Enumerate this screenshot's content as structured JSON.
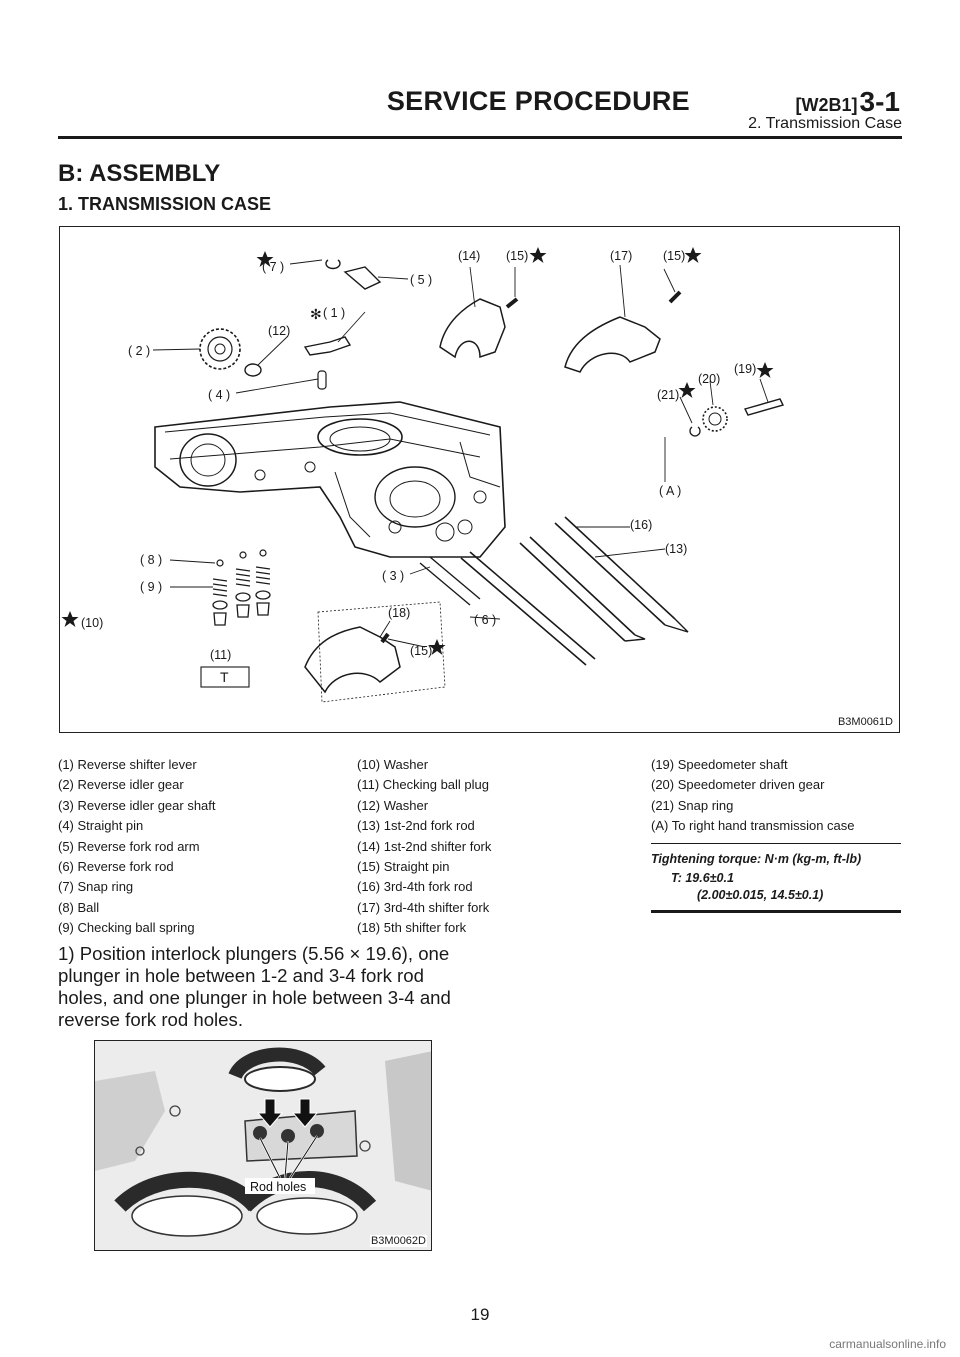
{
  "header": {
    "title": "SERVICE PROCEDURE",
    "ref": "[W2B1]",
    "section": "3-1",
    "subtitle": "2. Transmission Case"
  },
  "section_title": "B: ASSEMBLY",
  "subsection_title": "1. TRANSMISSION CASE",
  "figure_main": {
    "code": "B3M0061D",
    "callouts": {
      "c1": "( 1 )",
      "c2": "( 2 )",
      "c3": "( 3 )",
      "c4": "( 4 )",
      "c5": "( 5 )",
      "c6": "( 6 )",
      "c7": "( 7 )",
      "c8": "( 8 )",
      "c9": "( 9 )",
      "c10": "(10)",
      "c11": "(11)",
      "c12": "(12)",
      "c13": "(13)",
      "c14": "(14)",
      "c15a": "(15)",
      "c15b": "(15)",
      "c15c": "(15)",
      "c16": "(16)",
      "c17": "(17)",
      "c18": "(18)",
      "c19": "(19)",
      "c20": "(20)",
      "c21": "(21)",
      "cA": "( A )",
      "cT": "T"
    }
  },
  "legend": {
    "col1": [
      "(1) Reverse shifter lever",
      "(2) Reverse idler gear",
      "(3) Reverse idler gear shaft",
      "(4) Straight pin",
      "(5) Reverse fork rod arm",
      "(6) Reverse fork rod",
      "(7) Snap ring",
      "(8) Ball",
      "(9) Checking ball spring"
    ],
    "col2": [
      "(10) Washer",
      "(11) Checking ball plug",
      "(12) Washer",
      "(13) 1st-2nd fork rod",
      "(14) 1st-2nd shifter fork",
      "(15) Straight pin",
      "(16) 3rd-4th fork rod",
      "(17) 3rd-4th shifter fork",
      "(18) 5th shifter fork"
    ],
    "col3": [
      "(19) Speedometer shaft",
      "(20) Speedometer driven gear",
      "(21) Snap ring",
      "(A)   To right hand transmission case"
    ]
  },
  "torque": {
    "label": "Tightening torque: N·m (kg-m, ft-lb)",
    "value": "T: 19.6±0.1",
    "value2": "(2.00±0.015, 14.5±0.1)"
  },
  "step1": "1) Position interlock plungers (5.56 × 19.6), one plunger in hole between 1-2 and 3-4 fork rod holes, and one plunger in hole between 3-4 and reverse fork rod holes.",
  "figure_small": {
    "code": "B3M0062D",
    "label": "Rod holes"
  },
  "page_number": "19",
  "watermark": "carmanualsonline.info"
}
